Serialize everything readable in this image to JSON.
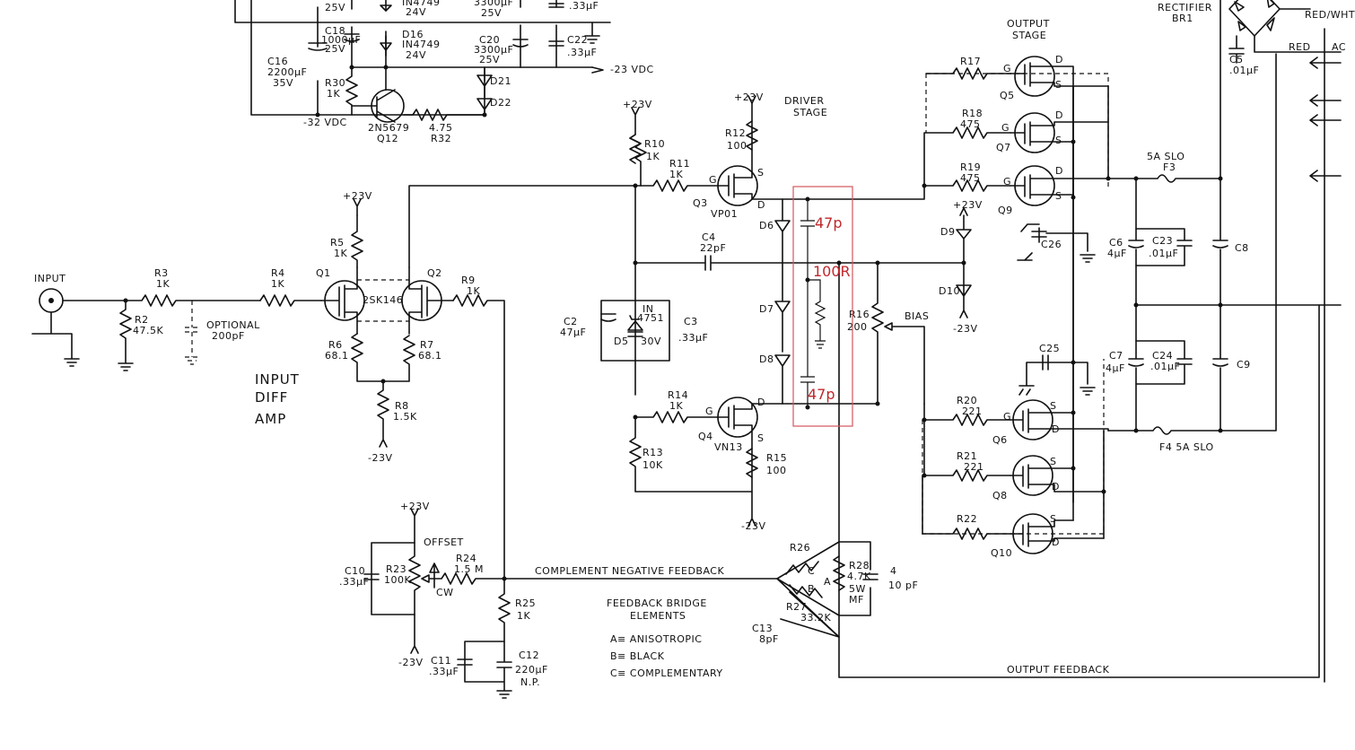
{
  "diagram": {
    "title_blocks": {
      "input_diff_amp": [
        "INPUT",
        "DIFF",
        "AMP"
      ],
      "driver_stage": [
        "DRIVER",
        "STAGE"
      ],
      "output_stage": [
        "OUTPUT",
        "STAGE"
      ],
      "rectifier": [
        "RECTIFIER",
        "BR1"
      ],
      "feedback_bridge": [
        "FEEDBACK BRIDGE",
        "ELEMENTS"
      ],
      "legend": [
        "A≡ ANISOTROPIC",
        "B≡ BLACK",
        "C≡ COMPLEMENTARY"
      ],
      "offset": "OFFSET",
      "bias": "BIAS",
      "complement_feedback": "COMPLEMENT NEGATIVE FEEDBACK",
      "output_feedback": "OUTPUT FEEDBACK",
      "input": "INPUT",
      "optional_cap": [
        "OPTIONAL",
        "200pF"
      ],
      "cw": "CW"
    },
    "rails": {
      "p23": "+23V",
      "n23": "-23V",
      "n23vdc": "-23 VDC",
      "n32vdc": "-32 VDC",
      "red_wht": "RED/WHT",
      "red": "RED",
      "ac": "AC"
    },
    "parts": {
      "R2": [
        "R2",
        "47.5K"
      ],
      "R3": [
        "R3",
        "1K"
      ],
      "R4": [
        "R4",
        "1K"
      ],
      "R5": [
        "R5",
        "1K"
      ],
      "R6": [
        "R6",
        "68.1"
      ],
      "R7": [
        "R7",
        "68.1"
      ],
      "R8": [
        "R8",
        "1.5K"
      ],
      "R9": [
        "R9",
        "1K"
      ],
      "R10": [
        "R10",
        "1K"
      ],
      "R11": [
        "R11",
        "1K"
      ],
      "R12": [
        "R12",
        "100"
      ],
      "R13": [
        "R13",
        "10K"
      ],
      "R14": [
        "R14",
        "1K"
      ],
      "R15": [
        "R15",
        "100"
      ],
      "R16": [
        "R16",
        "200"
      ],
      "R17": "R17",
      "R18": [
        "R18",
        "475"
      ],
      "R19": [
        "R19",
        "475"
      ],
      "R20": [
        "R20",
        "221"
      ],
      "R21": [
        "R21",
        "221"
      ],
      "R22": "R22",
      "R23": [
        "R23",
        "100K"
      ],
      "R24": [
        "R24",
        "1.5 M"
      ],
      "R25": [
        "R25",
        "1K"
      ],
      "R26": "R26",
      "R27": [
        "R27",
        "33.2K"
      ],
      "R28": [
        "R28",
        "4.7K",
        "5W",
        "MF"
      ],
      "R30": [
        "R30",
        "1K"
      ],
      "R32": [
        "4.75",
        "R32"
      ],
      "C2": [
        "C2",
        "47μF"
      ],
      "C3": [
        "C3",
        ".33μF"
      ],
      "C4": [
        "C4",
        "22pF"
      ],
      "C5": [
        "C5",
        ".01μF"
      ],
      "C6": [
        "C6",
        "4μF"
      ],
      "C7": [
        "C7",
        "4μF"
      ],
      "C8": "C8",
      "C9": "C9",
      "C10": [
        "C10",
        ".33μF"
      ],
      "C11": [
        "C11",
        ".33μF"
      ],
      "C12": [
        "C12",
        "220μF",
        "N.P."
      ],
      "C13": [
        "C13",
        "8pF"
      ],
      "C16": [
        "C16",
        "2200μF",
        "35V"
      ],
      "C18": [
        "C18",
        "1000μF",
        "25V"
      ],
      "C20": [
        "C20",
        "3300μF",
        "25V"
      ],
      "C22": [
        "C22",
        ".33μF"
      ],
      "C23": [
        "C23",
        ".01μF"
      ],
      "C24": [
        "C24",
        ".01μF"
      ],
      "C25": "C25",
      "C26": "C26",
      "Cfb": [
        "4",
        "10 pF"
      ],
      "top_partial": [
        "25V",
        "IN4749",
        "24V",
        "3300μF",
        "25V",
        ".33μF"
      ],
      "D5": [
        "IN",
        "4751",
        "D5",
        "30V"
      ],
      "D6": "D6",
      "D7": "D7",
      "D8": "D8",
      "D9": "D9",
      "D10": "D10",
      "D16": [
        "D16",
        "IN4749",
        "24V"
      ],
      "D21": "D21",
      "D22": "D22",
      "Q1": "Q1",
      "Q2": "Q2",
      "Q12": [
        "2N5679",
        "Q12"
      ],
      "jfet": "2SK146",
      "Q3": [
        "Q3",
        "VP01"
      ],
      "Q4": [
        "Q4",
        "VN13"
      ],
      "Q5": "Q5",
      "Q6": "Q6",
      "Q7": "Q7",
      "Q8": "Q8",
      "Q9": "Q9",
      "Q10": "Q10",
      "F3": [
        "5A SLO",
        "F3"
      ],
      "F4": "F4  5A SLO",
      "bridge": [
        "C",
        "B",
        "A"
      ],
      "pins": [
        "G",
        "S",
        "D"
      ]
    },
    "annotations": {
      "cap_top": "47p",
      "cap_bottom": "47p",
      "resistor": "100R"
    }
  }
}
